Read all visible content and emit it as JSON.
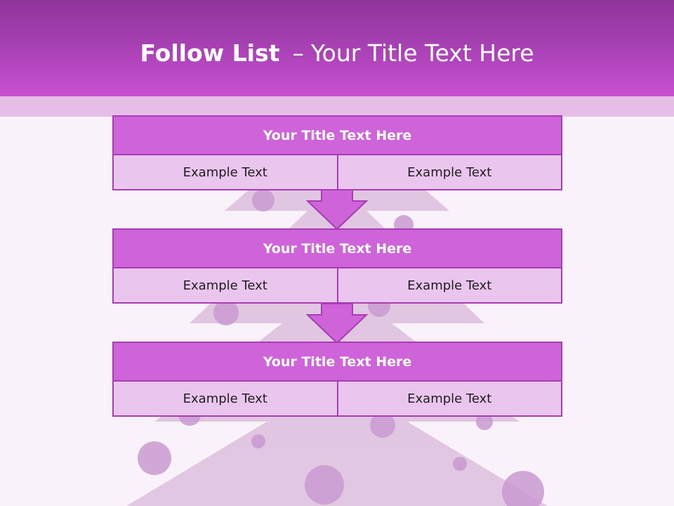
{
  "header": {
    "title_bold": "Follow List",
    "title_dash": "–",
    "title_rest": "Your Title Text Here"
  },
  "colors": {
    "header_top": "#8e3598",
    "header_bottom": "#c850d2",
    "block_title_bg": "#cf63d9",
    "cell_bg": "#eac6ee",
    "border": "#a83cb3"
  },
  "blocks": [
    {
      "title": "Your Title Text Here",
      "left": "Example Text",
      "right": "Example Text"
    },
    {
      "title": "Your Title Text Here",
      "left": "Example Text",
      "right": "Example Text"
    },
    {
      "title": "Your Title Text Here",
      "left": "Example Text",
      "right": "Example Text"
    }
  ]
}
